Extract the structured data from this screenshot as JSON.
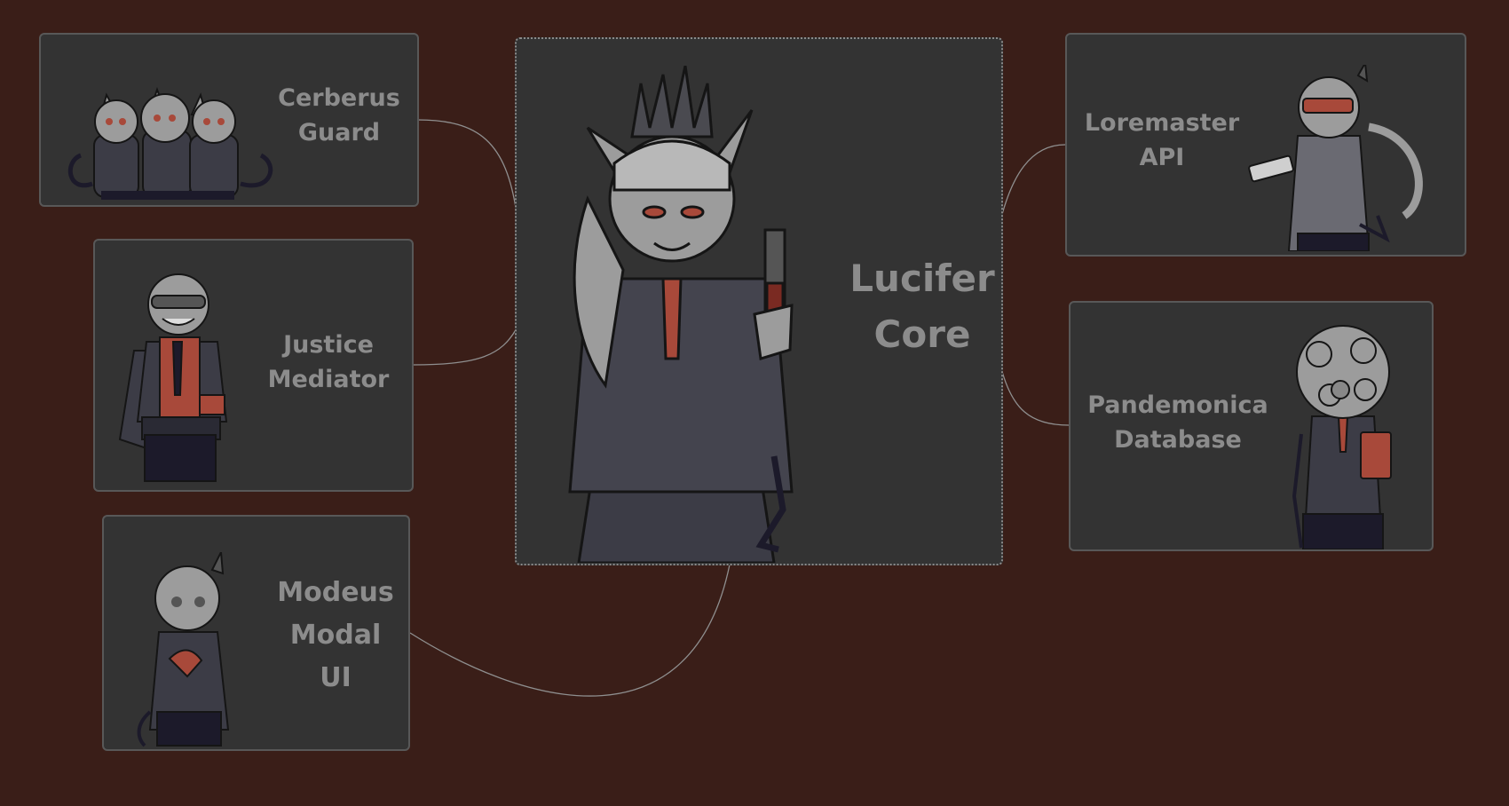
{
  "colors": {
    "background": "#3a1e18",
    "card": "#333333",
    "card_border": "#585858",
    "label": "#8c8c8c",
    "connector": "#8f8f8f",
    "accent_red": "#a8493a",
    "figure_light": "#9c9c9c",
    "figure_dark": "#1c1a2a"
  },
  "nodes": [
    {
      "id": "cerberus",
      "label": "Cerberus\nGuard",
      "icon": "cerberus-triplets-portrait"
    },
    {
      "id": "justice",
      "label": "Justice\nMediator",
      "icon": "justice-sunglasses-portrait"
    },
    {
      "id": "modeus",
      "label": "Modeus\nModal\nUI",
      "icon": "modeus-portrait"
    },
    {
      "id": "lucifer",
      "label": "Lucifer\nCore",
      "icon": "lucifer-wine-glass-portrait"
    },
    {
      "id": "loremaster",
      "label": "Loremaster\nAPI",
      "icon": "azazel-visor-portrait"
    },
    {
      "id": "pandemonica",
      "label": "Pandemonica\nDatabase",
      "icon": "pandemonica-clipboard-portrait"
    }
  ],
  "edges": [
    {
      "from": "cerberus",
      "to": "lucifer"
    },
    {
      "from": "justice",
      "to": "lucifer"
    },
    {
      "from": "modeus",
      "to": "lucifer"
    },
    {
      "from": "loremaster",
      "to": "lucifer"
    },
    {
      "from": "pandemonica",
      "to": "lucifer"
    }
  ]
}
